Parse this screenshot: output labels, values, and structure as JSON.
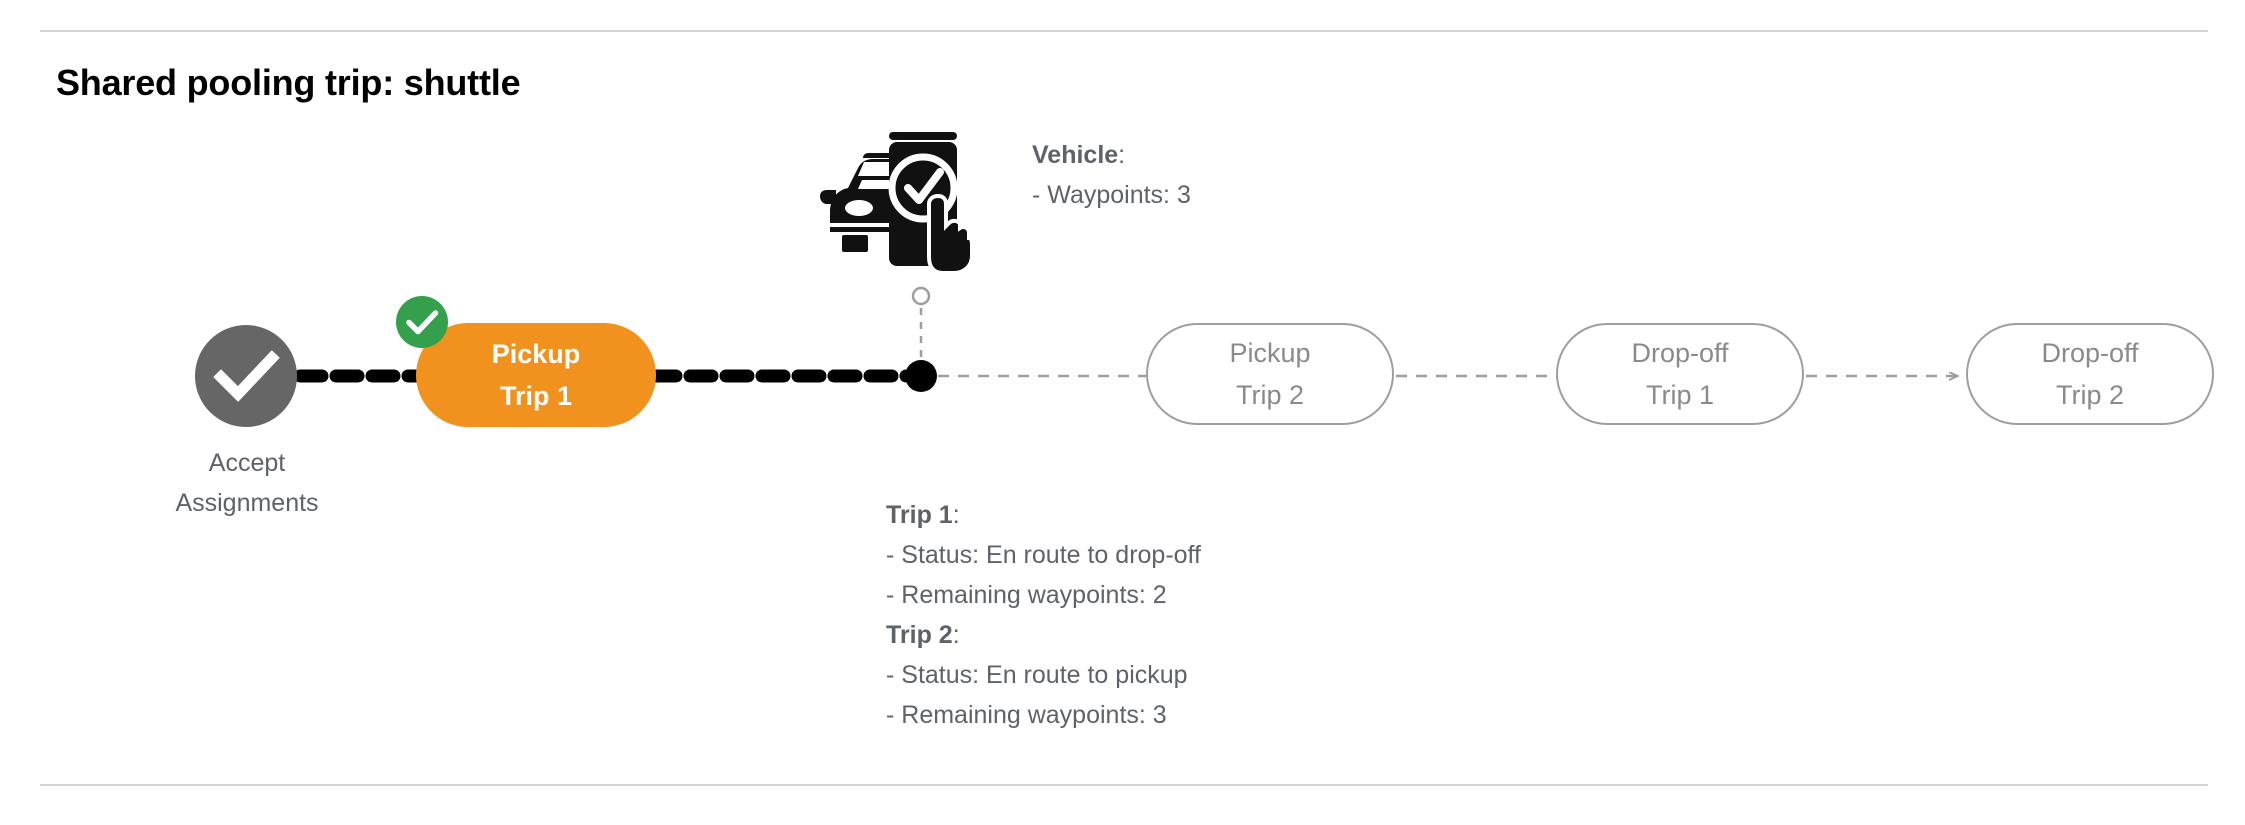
{
  "page": {
    "title": "Shared pooling trip: shuttle",
    "background_color": "#ffffff",
    "rule_color": "#d4d4d4"
  },
  "colors": {
    "active_pill": "#F2921E",
    "badge_green": "#34A04B",
    "completed_node": "#666666",
    "ghost_outline": "#9e9e9e",
    "ghost_text": "#8a8a8a",
    "body_text": "#5f6368",
    "path_completed": "#000000",
    "path_upcoming": "#9e9e9e"
  },
  "timeline": {
    "start_node": {
      "icon": "check-circle-icon",
      "label_line1": "Accept",
      "label_line2": "Assignments",
      "state": "completed"
    },
    "stops": [
      {
        "id": "pickup-trip-1",
        "line1": "Pickup",
        "line2": "Trip 1",
        "state": "completed",
        "badge": "check-badge-icon"
      },
      {
        "id": "pickup-trip-2",
        "line1": "Pickup",
        "line2": "Trip 2",
        "state": "upcoming"
      },
      {
        "id": "dropoff-trip-1",
        "line1": "Drop-off",
        "line2": "Trip 1",
        "state": "upcoming"
      },
      {
        "id": "dropoff-trip-2",
        "line1": "Drop-off",
        "line2": "Trip 2",
        "state": "upcoming"
      }
    ],
    "current_position_marker": "vehicle-position-dot"
  },
  "vehicle_info": {
    "heading": "Vehicle",
    "heading_suffix": ":",
    "lines": [
      "- Waypoints: 3"
    ],
    "icon": "car-phone-check-icon"
  },
  "trip_info": [
    {
      "heading": "Trip 1",
      "heading_suffix": ":",
      "lines": [
        "- Status:  En route to drop-off",
        "- Remaining waypoints: 2"
      ]
    },
    {
      "heading": "Trip 2",
      "heading_suffix": ":",
      "lines": [
        "- Status:  En route to pickup",
        "- Remaining waypoints: 3"
      ]
    }
  ]
}
